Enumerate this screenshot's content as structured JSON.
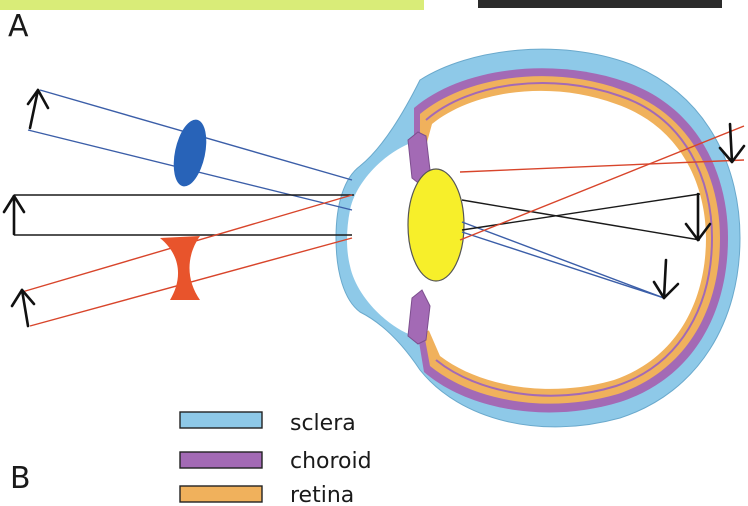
{
  "panel_labels": {
    "top": "A",
    "bottom": "B"
  },
  "legend": [
    {
      "label": "sclera",
      "color": "#8ec9e8"
    },
    {
      "label": "choroid",
      "color": "#a36ab5"
    },
    {
      "label": "retina",
      "color": "#f0b15c"
    }
  ],
  "colors": {
    "top_banner": "#d9ec78",
    "top_right_strip": "#2b2b2b",
    "convex_lens": "#2863b8",
    "concave_lens": "#e8542c",
    "eye_lens": "#f7ef2a",
    "ray_blue": "#3b5ea8",
    "ray_black": "#1a1a1a",
    "ray_red": "#d8452b"
  },
  "icons": [
    "convex-lens",
    "concave-lens",
    "arrow-up",
    "arrow-down"
  ]
}
